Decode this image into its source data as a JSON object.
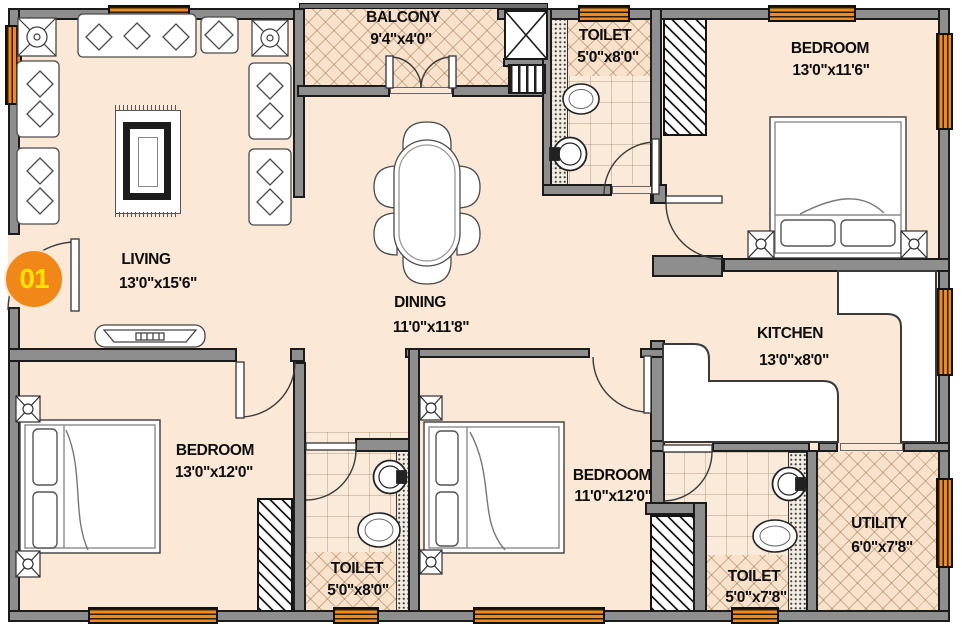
{
  "plan": {
    "title": "apartment-unit-floor-plan",
    "unit_badge": "01",
    "rooms": [
      {
        "name": "LIVING",
        "dims": "13'0\"x15'6\"",
        "position": "left"
      },
      {
        "name": "DINING",
        "dims": "11'0\"x11'8\"",
        "position": "center"
      },
      {
        "name": "BALCONY",
        "dims": "9'4\"x4'0\"",
        "position": "top-center"
      },
      {
        "name": "KITCHEN",
        "dims": "13'0\"x8'0\"",
        "position": "right"
      },
      {
        "name": "BEDROOM",
        "dims": "13'0\"x11'6\"",
        "position": "top-right"
      },
      {
        "name": "BEDROOM",
        "dims": "13'0\"x12'0\"",
        "position": "bottom-left"
      },
      {
        "name": "BEDROOM",
        "dims": "11'0\"x12'0\"",
        "position": "bottom-center"
      },
      {
        "name": "TOILET",
        "dims": "5'0\"x8'0\"",
        "position": "top"
      },
      {
        "name": "TOILET",
        "dims": "5'0\"x8'0\"",
        "position": "bottom-center"
      },
      {
        "name": "TOILET",
        "dims": "5'0\"x7'8\"",
        "position": "bottom-right"
      },
      {
        "name": "UTILITY",
        "dims": "6'0\"x7'8\"",
        "position": "bottom-right-corner"
      }
    ],
    "fixtures": [
      "sofa-set-icon",
      "corner-table-icon",
      "rug-icon",
      "tv-console-icon",
      "dining-table-icon",
      "double-bed-icon",
      "nightstand-icon",
      "wardrobe-icon",
      "wc-icon",
      "wash-basin-icon",
      "kitchen-counter-icon",
      "shaft-icon",
      "vent-grill-icon",
      "door-swing-icon",
      "window-icon"
    ],
    "colors": {
      "floor": "#fbe8d6",
      "wall": "#8e8e8e",
      "wall_edge": "#1b1b1b",
      "window": "#ef8b1e",
      "badge": "#f08718",
      "badge_text": "#ffe400",
      "furniture_line": "#3c3c3c"
    }
  }
}
